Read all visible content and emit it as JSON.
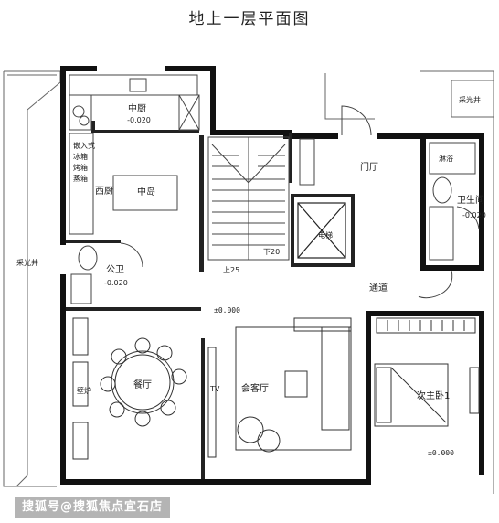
{
  "title": "地上一层平面图",
  "watermark": "搜狐号@搜狐焦点宜石店",
  "rooms": {
    "middle_kitchen": "中厨",
    "middle_kitchen_level": "-0.020",
    "western_kitchen": "西厨",
    "island": "中岛",
    "appliances": [
      "嵌入式",
      "冰箱",
      "烤箱",
      "蒸箱"
    ],
    "stair_up": "上25",
    "stair_down": "下20",
    "foyer": "门厅",
    "elevator": "电梯",
    "shower": "淋浴",
    "bathroom": "卫生间",
    "bathroom_level": "-0.020",
    "lightwell_left": "采光井",
    "lightwell_right": "采光井",
    "public_wc": "公卫",
    "public_wc_level": "-0.020",
    "level_zero_1": "±0.000",
    "level_zero_2": "±0.000",
    "corridor": "通道",
    "dining": "餐厅",
    "wall_cabinet": "壁炉",
    "tv": "TV",
    "living": "会客厅",
    "master_bedroom": "次主卧1"
  },
  "colors": {
    "wall": "#111111",
    "line": "#444444",
    "light_line": "#888888"
  }
}
